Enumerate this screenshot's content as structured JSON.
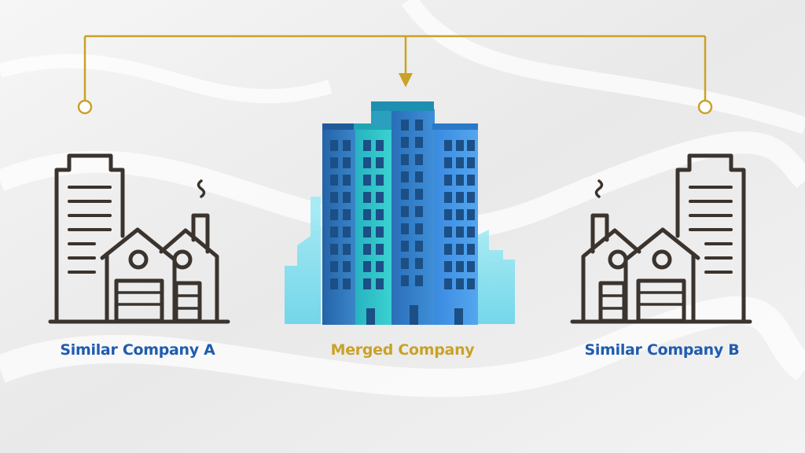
{
  "diagram": {
    "company_a": {
      "label": "Similar Company A"
    },
    "merged": {
      "label": "Merged Company"
    },
    "company_b": {
      "label": "Similar Company B"
    }
  },
  "colors": {
    "connector": "#c9a227",
    "outline": "#3b332d",
    "label_blue": "#1f5cb0",
    "label_gold": "#c9a227",
    "tower_dark": "#2f6fb3",
    "tower_teal": "#2fbfc0",
    "tower_blue": "#3e8fe0",
    "skyline": "#8fe3f0"
  },
  "icons": {
    "left": "factory-office-icon",
    "center": "skyscraper-icon",
    "right": "factory-office-icon"
  }
}
